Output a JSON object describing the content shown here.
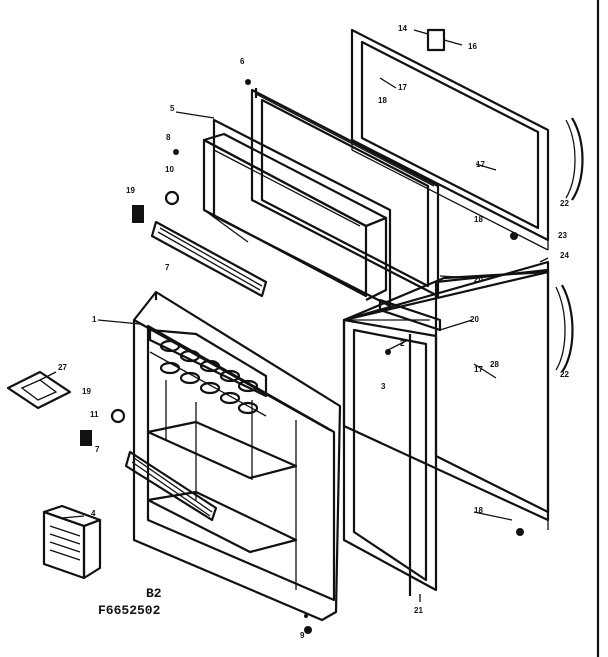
{
  "caption": {
    "line1": "B2",
    "line2": "F6652502"
  },
  "callouts": [
    {
      "id": "c1",
      "text": "1"
    },
    {
      "id": "c2",
      "text": "2"
    },
    {
      "id": "c3",
      "text": "3"
    },
    {
      "id": "c4",
      "text": "4"
    },
    {
      "id": "c5",
      "text": "5"
    },
    {
      "id": "c6",
      "text": "6"
    },
    {
      "id": "c7",
      "text": "7"
    },
    {
      "id": "c7b",
      "text": "7"
    },
    {
      "id": "c8",
      "text": "8"
    },
    {
      "id": "c9",
      "text": "9"
    },
    {
      "id": "c10",
      "text": "10"
    },
    {
      "id": "c11",
      "text": "11"
    },
    {
      "id": "c14",
      "text": "14"
    },
    {
      "id": "c16",
      "text": "16"
    },
    {
      "id": "c17a",
      "text": "17"
    },
    {
      "id": "c17b",
      "text": "17"
    },
    {
      "id": "c17c",
      "text": "17"
    },
    {
      "id": "c18a",
      "text": "18"
    },
    {
      "id": "c18b",
      "text": "18"
    },
    {
      "id": "c18c",
      "text": "18"
    },
    {
      "id": "c19",
      "text": "19"
    },
    {
      "id": "c19b",
      "text": "19"
    },
    {
      "id": "c20",
      "text": "20"
    },
    {
      "id": "c20b",
      "text": "20"
    },
    {
      "id": "c21",
      "text": "21"
    },
    {
      "id": "c22a",
      "text": "22"
    },
    {
      "id": "c22b",
      "text": "22"
    },
    {
      "id": "c23",
      "text": "23"
    },
    {
      "id": "c24",
      "text": "24"
    },
    {
      "id": "c27",
      "text": "27"
    },
    {
      "id": "c28",
      "text": "28"
    }
  ]
}
